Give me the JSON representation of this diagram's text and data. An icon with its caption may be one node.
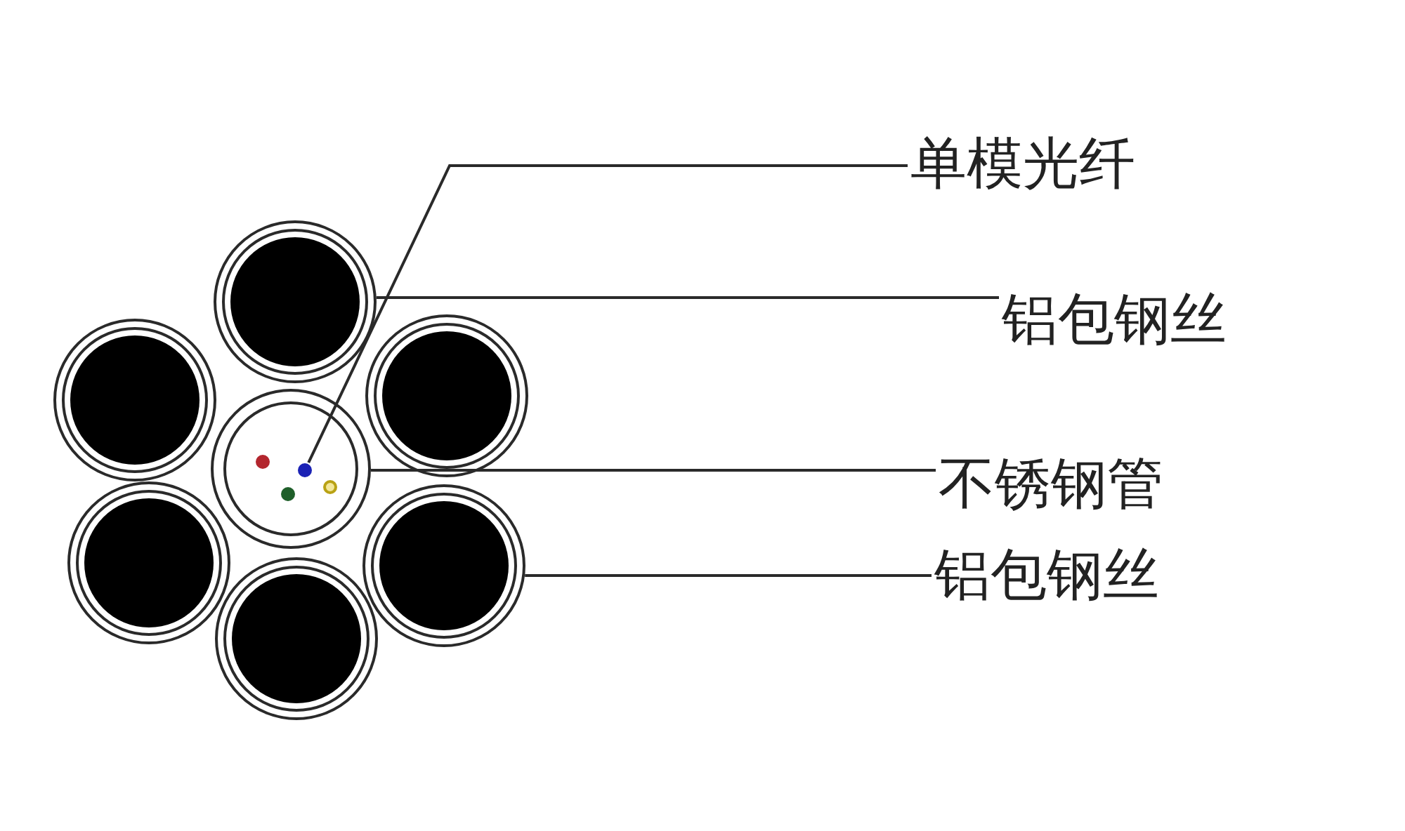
{
  "diagram": {
    "nodes": [
      {
        "text": [],
        "shape": "circle"
      },
      {
        "text": [],
        "shape": "circle"
      },
      {
        "text": [],
        "shape": "circle"
      },
      {
        "text": [],
        "shape": "circle"
      },
      {
        "text": [],
        "shape": "circle",
        "in": 3
      },
      {
        "text": [],
        "shape": "circle",
        "in": 3
      },
      {
        "text": [],
        "shape": "circle",
        "in": 3
      },
      {
        "text": [],
        "shape": "circle",
        "in": 3
      },
      {
        "text": [],
        "shape": "circle"
      },
      {
        "text": [],
        "shape": "circle"
      },
      {
        "text": [],
        "shape": "circle"
      },
      {
        "text": [
          "单模光纤"
        ]
      },
      {
        "text": [
          "铝包钢丝"
        ]
      },
      {
        "text": [
          "不锈钢管"
        ]
      },
      {
        "text": [
          "铝包钢丝"
        ]
      }
    ],
    "edges": [
      {
        "from": 11,
        "to": 5,
        "arrow": "none"
      },
      {
        "from": 12,
        "to": 0,
        "arrow": "none"
      },
      {
        "from": 13,
        "to": 3,
        "arrow": "none"
      },
      {
        "from": 14,
        "to": 9,
        "arrow": "none"
      }
    ]
  }
}
